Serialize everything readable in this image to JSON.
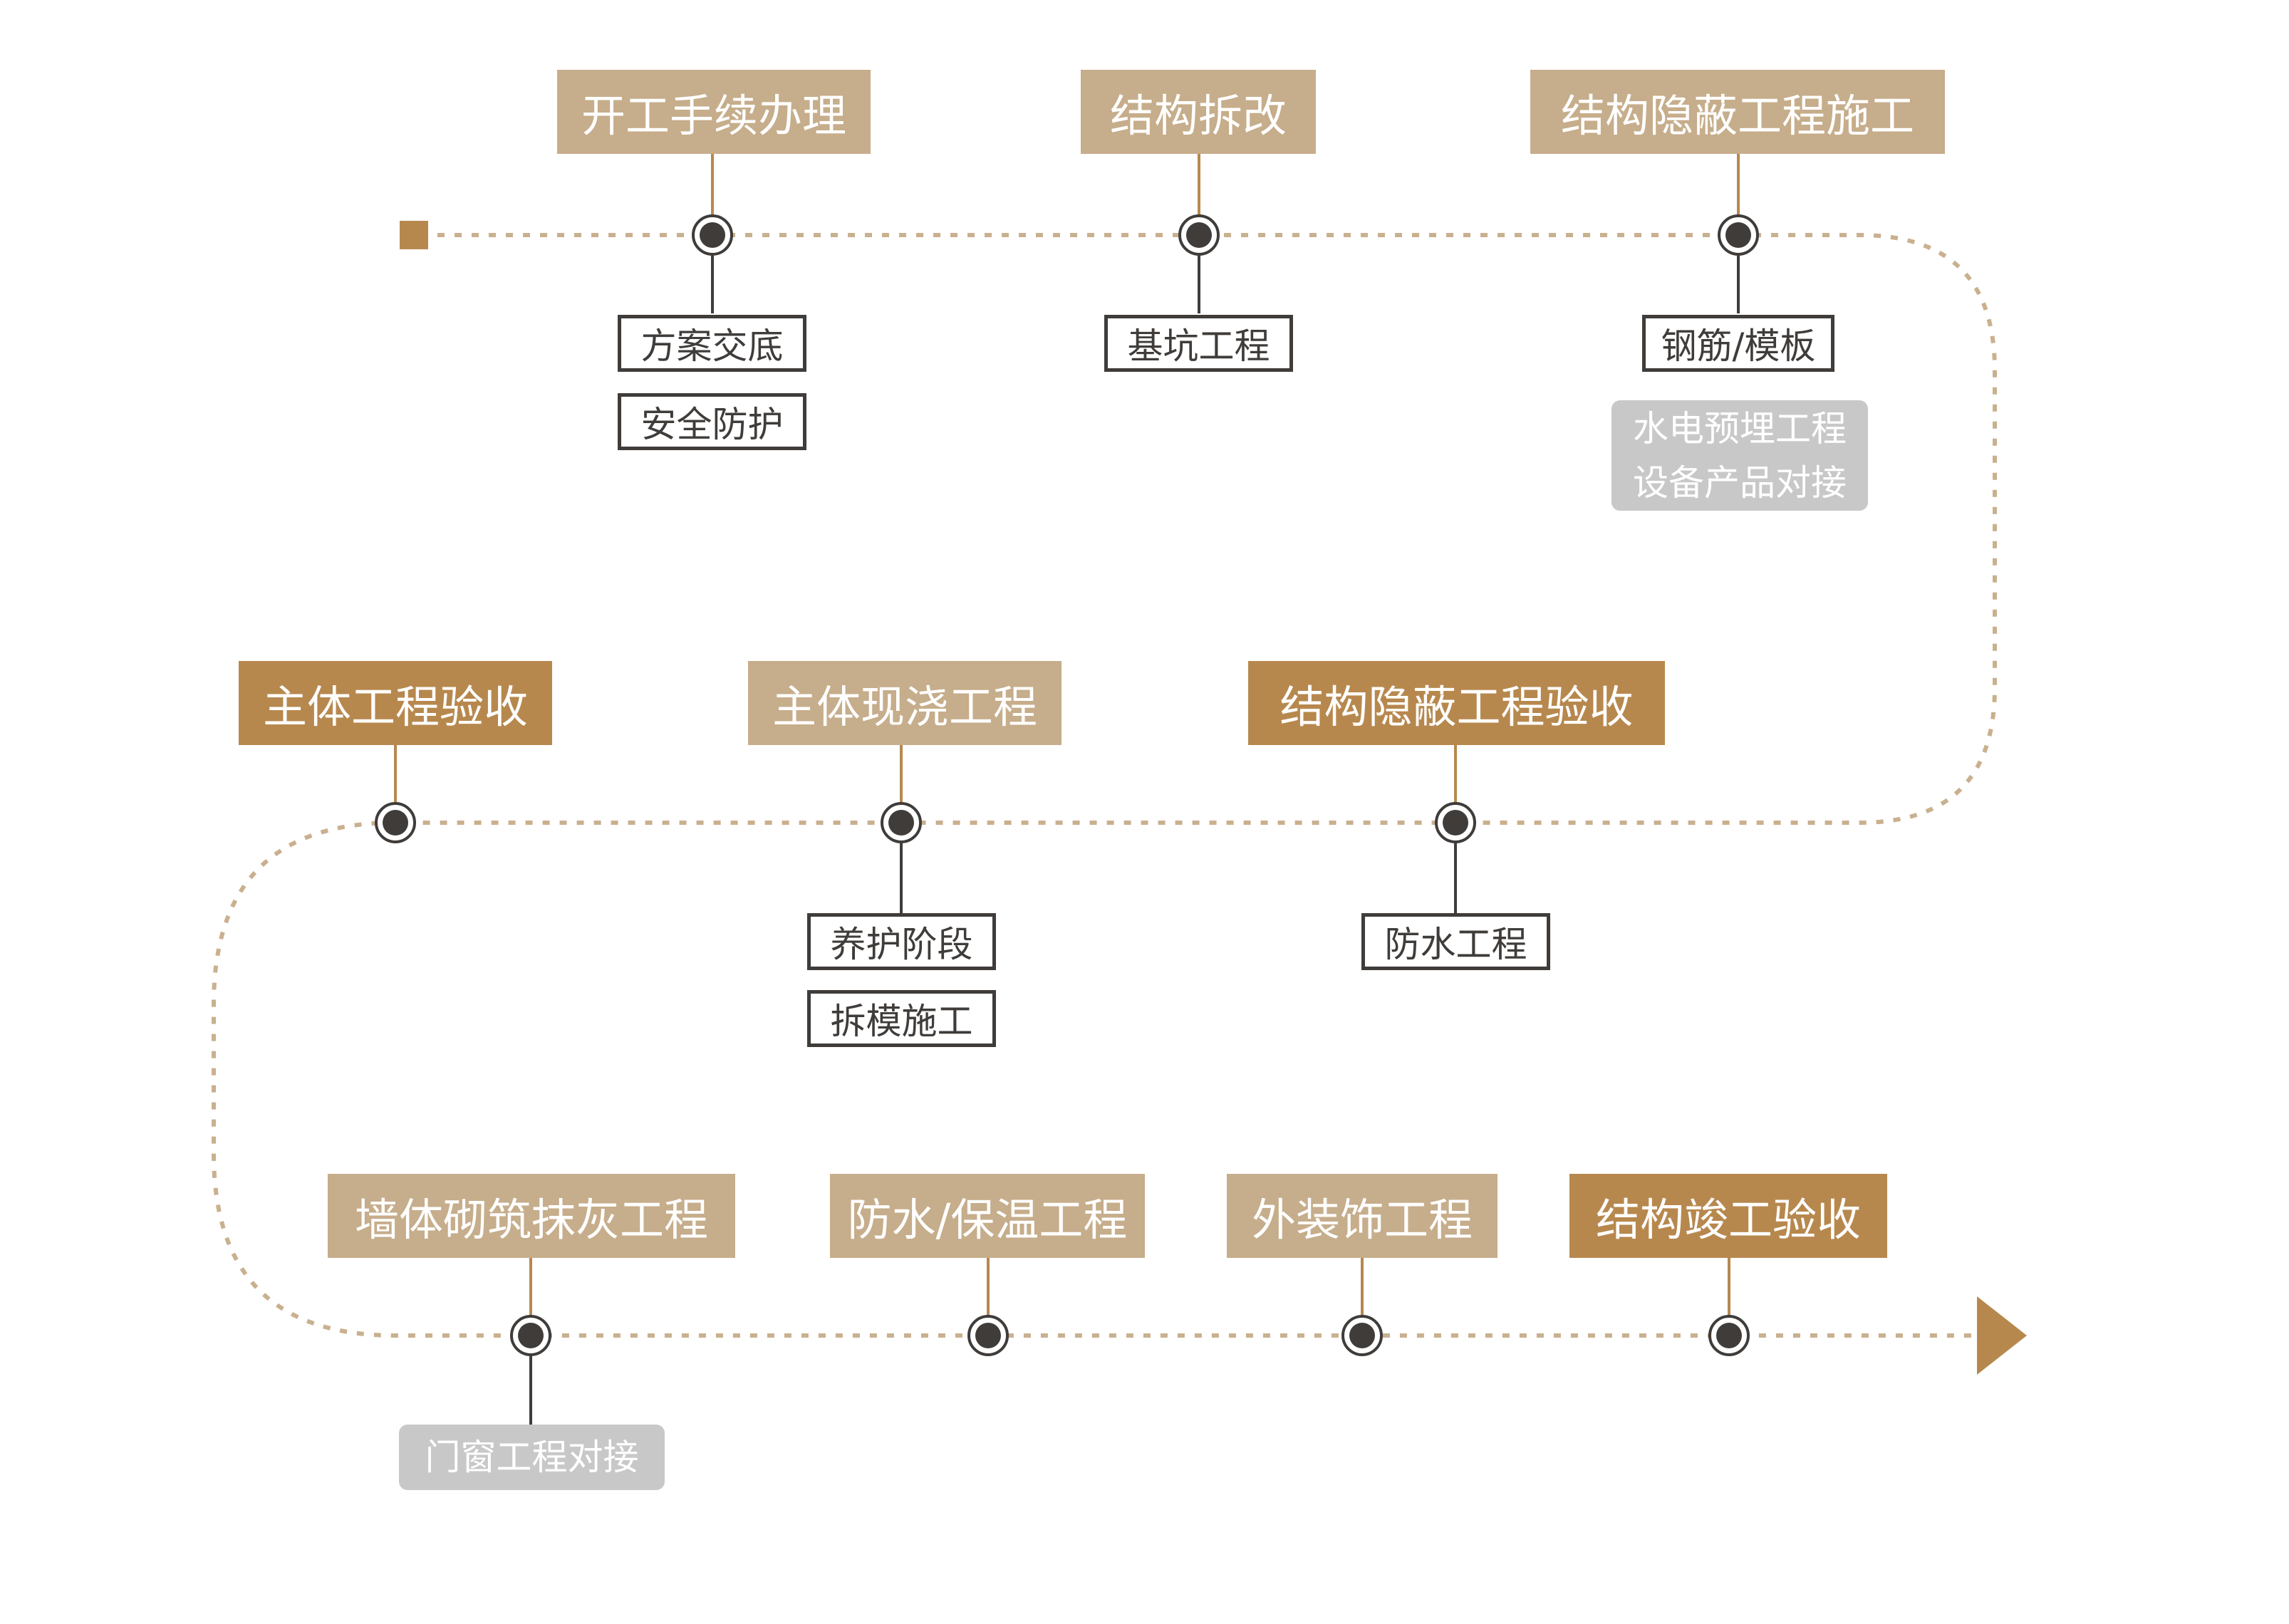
{
  "colors": {
    "path": "#c9b08e",
    "stage_light": "#c6ad8b",
    "stage_dark": "#b7884e",
    "node": "#3f3c3a",
    "note_bg": "#c8c8c8",
    "sub_border": "#3f3c3a"
  },
  "row1": {
    "stages": [
      "开工手续办理",
      "结构拆改",
      "结构隐蔽工程施工"
    ],
    "subs": [
      "方案交底",
      "安全防护",
      "基坑工程",
      "钢筋/模板"
    ],
    "note": [
      "水电预埋工程",
      "设备产品对接"
    ]
  },
  "row2": {
    "stages": [
      "主体工程验收",
      "主体现浇工程",
      "结构隐蔽工程验收"
    ],
    "subs": [
      "养护阶段",
      "拆模施工",
      "防水工程"
    ]
  },
  "row3": {
    "stages": [
      "墙体砌筑抹灰工程",
      "防水/保温工程",
      "外装饰工程",
      "结构竣工验收"
    ],
    "note": "门窗工程对接"
  }
}
